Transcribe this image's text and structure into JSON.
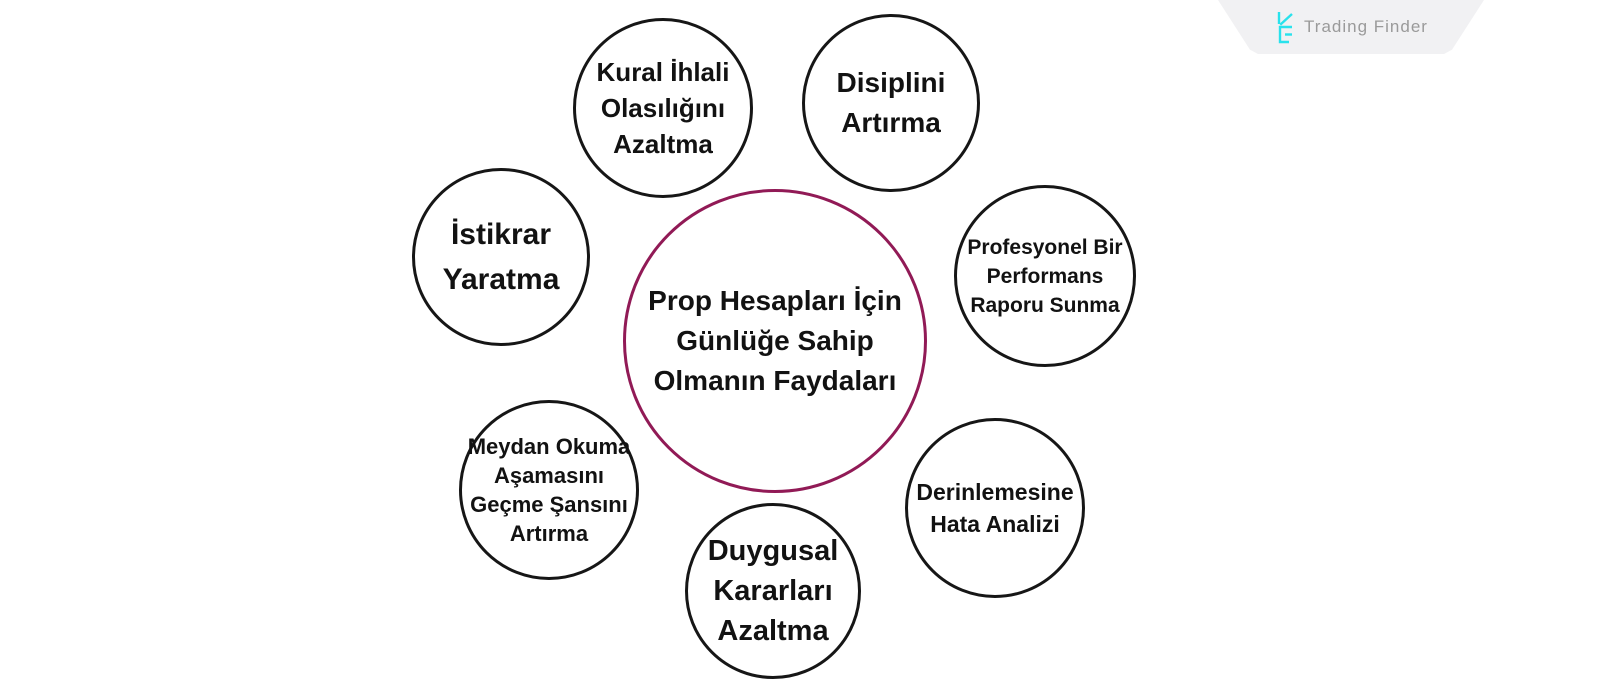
{
  "brand": {
    "name": "Trading Finder",
    "icon": "trading-finder-monogram",
    "icon_color": "#29e2ec",
    "text_color": "#9a9a9a",
    "banner_color": "#f1f1f3"
  },
  "diagram": {
    "type": "radial-concept-map",
    "background_color": "#ffffff",
    "node_border_color": "#161616",
    "center_border_color": "#911a56",
    "text_color": "#121212",
    "center": {
      "title": "Prop Hesapları İçin Günlüğe Sahip Olmanın Faydaları",
      "lines": [
        "Prop Hesapları İçin",
        "Günlüğe Sahip",
        "Olmanın Faydaları"
      ]
    },
    "nodes": [
      {
        "id": "kural-ihlali",
        "label": "Kural İhlali Olasılığını Azaltma",
        "lines": [
          "Kural İhlali",
          "Olasılığını",
          "Azaltma"
        ]
      },
      {
        "id": "disiplin",
        "label": "Disiplini Artırma",
        "lines": [
          "Disiplini",
          "Artırma"
        ]
      },
      {
        "id": "istikrar",
        "label": "İstikrar Yaratma",
        "lines": [
          "İstikrar",
          "Yaratma"
        ]
      },
      {
        "id": "profesyonel",
        "label": "Profesyonel Bir Performans Raporu Sunma",
        "lines": [
          "Profesyonel Bir",
          "Performans",
          "Raporu Sunma"
        ]
      },
      {
        "id": "meydan-okuma",
        "label": "Meydan Okuma Aşamasını Geçme Şansını Artırma",
        "lines": [
          "Meydan Okuma",
          "Aşamasını",
          "Geçme Şansını",
          "Artırma"
        ]
      },
      {
        "id": "duygusal",
        "label": "Duygusal Kararları Azaltma",
        "lines": [
          "Duygusal",
          "Kararları",
          "Azaltma"
        ]
      },
      {
        "id": "derinlemesine",
        "label": "Derinlemesine Hata Analizi",
        "lines": [
          "Derinlemesine",
          "Hata Analizi"
        ]
      }
    ]
  }
}
